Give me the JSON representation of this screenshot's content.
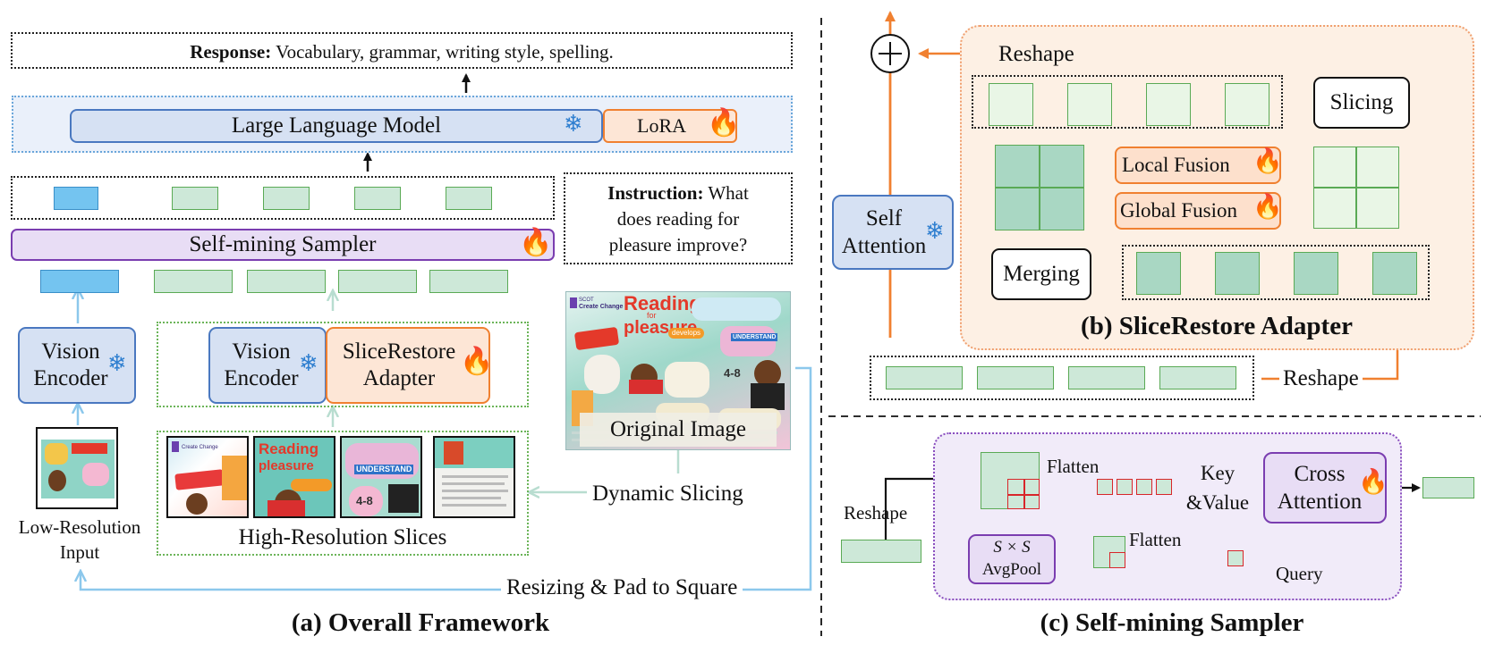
{
  "panel_a": {
    "caption": "(a) Overall Framework",
    "response_label": "Response:",
    "response_text": "Vocabulary, grammar, writing style, spelling.",
    "llm_label": "Large Language Model",
    "lora_label": "LoRA",
    "sampler_label": "Self-mining Sampler",
    "instruction_label": "Instruction:",
    "instruction_line1": "What",
    "instruction_line2": "does reading for",
    "instruction_line3": "pleasure improve?",
    "vision_encoder_line1": "Vision",
    "vision_encoder_line2": "Encoder",
    "slice_restore_line1": "SliceRestore",
    "slice_restore_line2": "Adapter",
    "original_image_label": "Original Image",
    "dynamic_slicing_label": "Dynamic Slicing",
    "high_res_label": "High-Resolution Slices",
    "low_res_line1": "Low-Resolution",
    "low_res_line2": "Input",
    "resize_label": "Resizing & Pad to Square",
    "poster_title_1": "Reading",
    "poster_title_2": "for",
    "poster_title_3": "pleasure",
    "poster_org_1": "SCOT",
    "poster_org_2": "Create Change",
    "poster_develops": "develops",
    "poster_understand": "UNDERSTAND",
    "poster_number": "4-8"
  },
  "panel_b": {
    "caption": "(b) SliceRestore Adapter",
    "reshape_top": "Reshape",
    "slicing": "Slicing",
    "local_fusion": "Local Fusion",
    "global_fusion": "Global Fusion",
    "merging": "Merging",
    "self_attention_line1": "Self",
    "self_attention_line2": "Attention",
    "reshape_bottom": "Reshape",
    "plus_symbol": "+"
  },
  "panel_c": {
    "caption": "(c) Self-mining Sampler",
    "reshape": "Reshape",
    "flatten_top": "Flatten",
    "key_value_line1": "Key",
    "key_value_line2": "&Value",
    "cross_attention_line1": "Cross",
    "cross_attention_line2": "Attention",
    "avgpool_line1": "S × S",
    "avgpool_line2": "AvgPool",
    "flatten_bottom": "Flatten",
    "query": "Query"
  },
  "icons": {
    "fire": "fire-icon",
    "snowflake": "snowflake-icon",
    "fire_glyph": "🔥",
    "snow_glyph": "❄"
  },
  "colors": {
    "orange": "#f08030",
    "blue_arrow": "#8cc8ec",
    "teal_arrow": "#b8ddd0",
    "purple": "#7a3db0",
    "blue_box": "#d6e1f3",
    "blue_border": "#4a78c0"
  }
}
